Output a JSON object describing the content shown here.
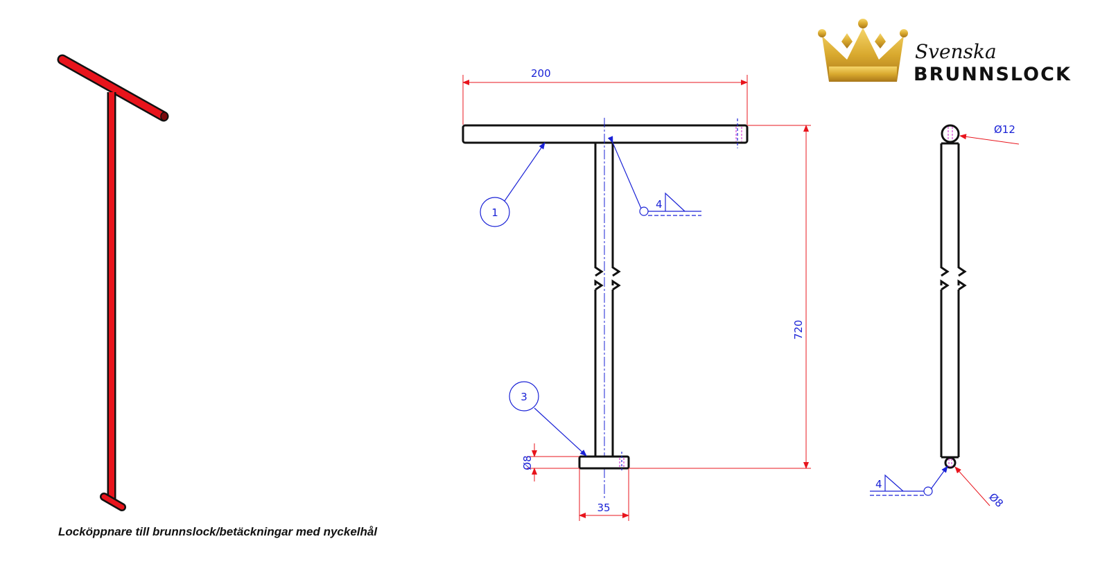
{
  "caption": "Locköppnare till brunnslock/betäckningar med nyckelhål",
  "logo": {
    "script_text": "Svenska",
    "bold_text": "BRUNNSLOCK",
    "gold": "#d9a92e"
  },
  "dimensions": {
    "handle_width": "200",
    "total_height": "720",
    "foot_width": "35",
    "foot_diameter": "Ø8",
    "handle_diameter": "Ø12",
    "side_foot_diameter": "Ø8"
  },
  "weld": {
    "top_size": "4",
    "side_size": "4"
  },
  "balloons": {
    "item_1": "1",
    "item_3": "3"
  },
  "colors": {
    "part_red": "#e8141c",
    "dim_blue": "#1a22d6",
    "dim_red": "#e8141c",
    "outline": "#111111"
  }
}
